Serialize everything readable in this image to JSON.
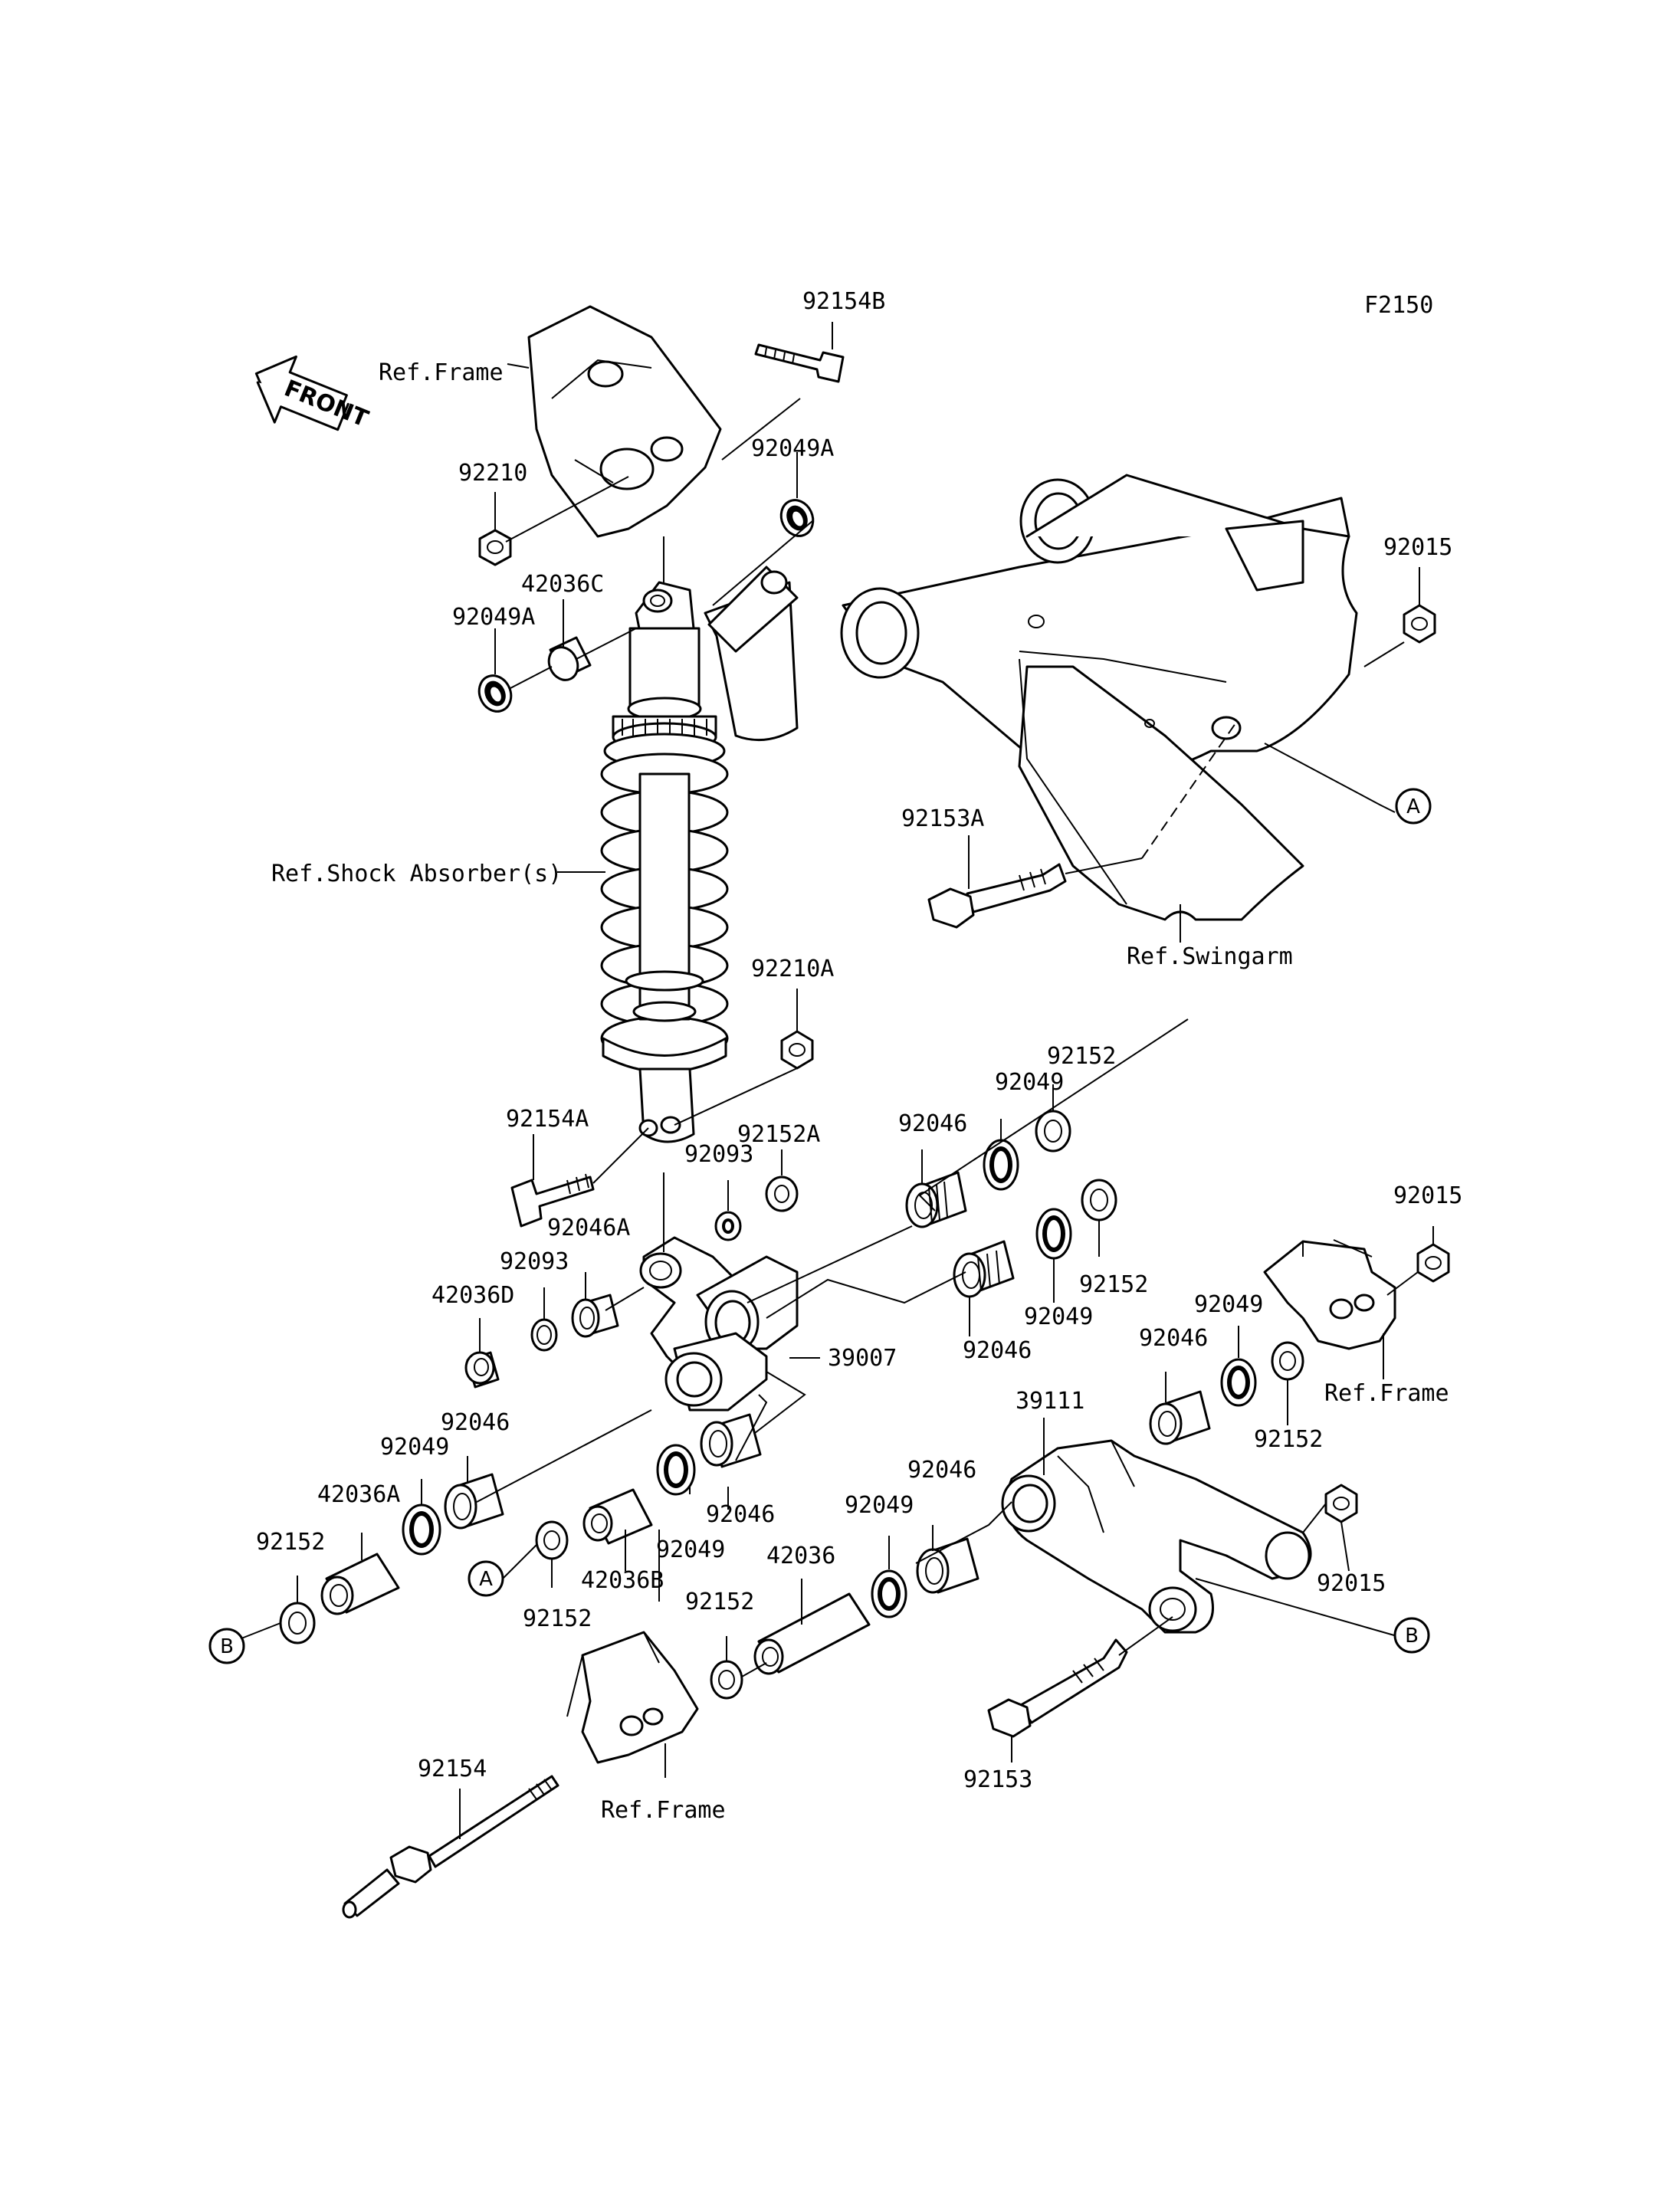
{
  "diagram_code": "F2150",
  "front_label": "FRONT",
  "refs": {
    "frame_top": "Ref.Frame",
    "shock": "Ref.Shock Absorber(s)",
    "swingarm": "Ref.Swingarm",
    "frame_right": "Ref.Frame",
    "frame_bottom": "Ref.Frame"
  },
  "connectors": {
    "a": "A",
    "b": "B"
  },
  "parts": {
    "p92154B": "92154B",
    "p92210": "92210",
    "p92049A_1": "92049A",
    "p42036C": "42036C",
    "p92049A_2": "92049A",
    "p92015_1": "92015",
    "p92153A": "92153A",
    "p92210A": "92210A",
    "p92154A": "92154A",
    "p92152A": "92152A",
    "p92093_1": "92093",
    "p92046_1": "92046",
    "p92049_1": "92049",
    "p92152_1": "92152",
    "p92046A": "92046A",
    "p92093_2": "92093",
    "p42036D": "42036D",
    "p39007": "39007",
    "p92046_2": "92046",
    "p92049_2": "92049",
    "p92152_2": "92152",
    "p92015_2": "92015",
    "p92049_3": "92049",
    "p92046_3": "92046",
    "p92152_3": "92152",
    "p39111": "39111",
    "p92046_4": "92046",
    "p92049_4": "92049",
    "p42036A": "42036A",
    "p92152_4": "92152",
    "p92046_5": "92046",
    "p92049_5": "92049",
    "p42036B": "42036B",
    "p92152_5": "92152",
    "p92046_6": "92046",
    "p92049_6": "92049",
    "p42036": "42036",
    "p92152_6": "92152",
    "p92015_3": "92015",
    "p92154": "92154",
    "p92153": "92153"
  }
}
